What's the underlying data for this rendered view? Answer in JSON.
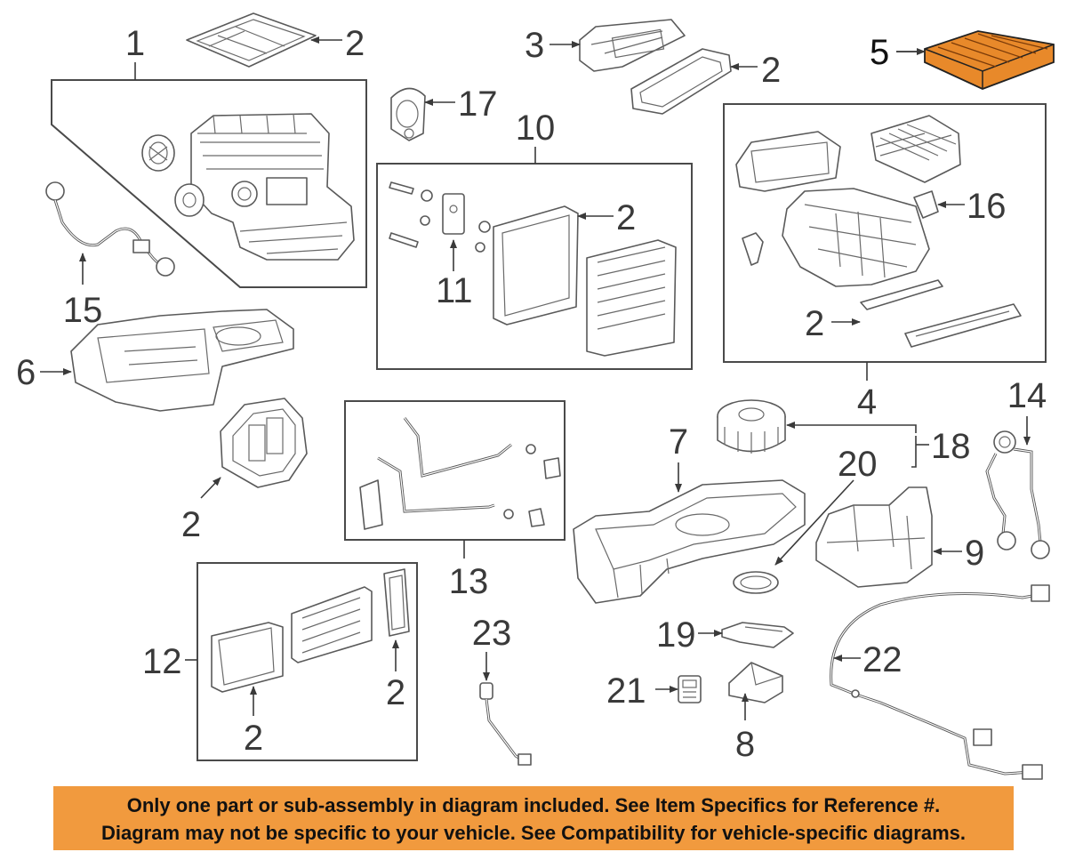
{
  "callouts": {
    "c1": "1",
    "c2a": "2",
    "c3": "3",
    "c2b": "2",
    "c5": "5",
    "c17": "17",
    "c10": "10",
    "c2c": "2",
    "c11": "11",
    "c16": "16",
    "c2d": "2",
    "c4": "4",
    "c15": "15",
    "c6": "6",
    "c2e": "2",
    "c13": "13",
    "c7": "7",
    "c18": "18",
    "c20": "20",
    "c14": "14",
    "c9": "9",
    "c12": "12",
    "c2f": "2",
    "c2g": "2",
    "c23": "23",
    "c19": "19",
    "c21": "21",
    "c8": "8",
    "c22": "22"
  },
  "highlight_color": "#e8892a",
  "banner_color": "#f19a3e",
  "disclaimer": {
    "line1": "Only one part or sub-assembly in diagram included. See Item Specifics for Reference #.",
    "line2": "Diagram may not be specific to your vehicle. See Compatibility for vehicle-specific diagrams."
  }
}
